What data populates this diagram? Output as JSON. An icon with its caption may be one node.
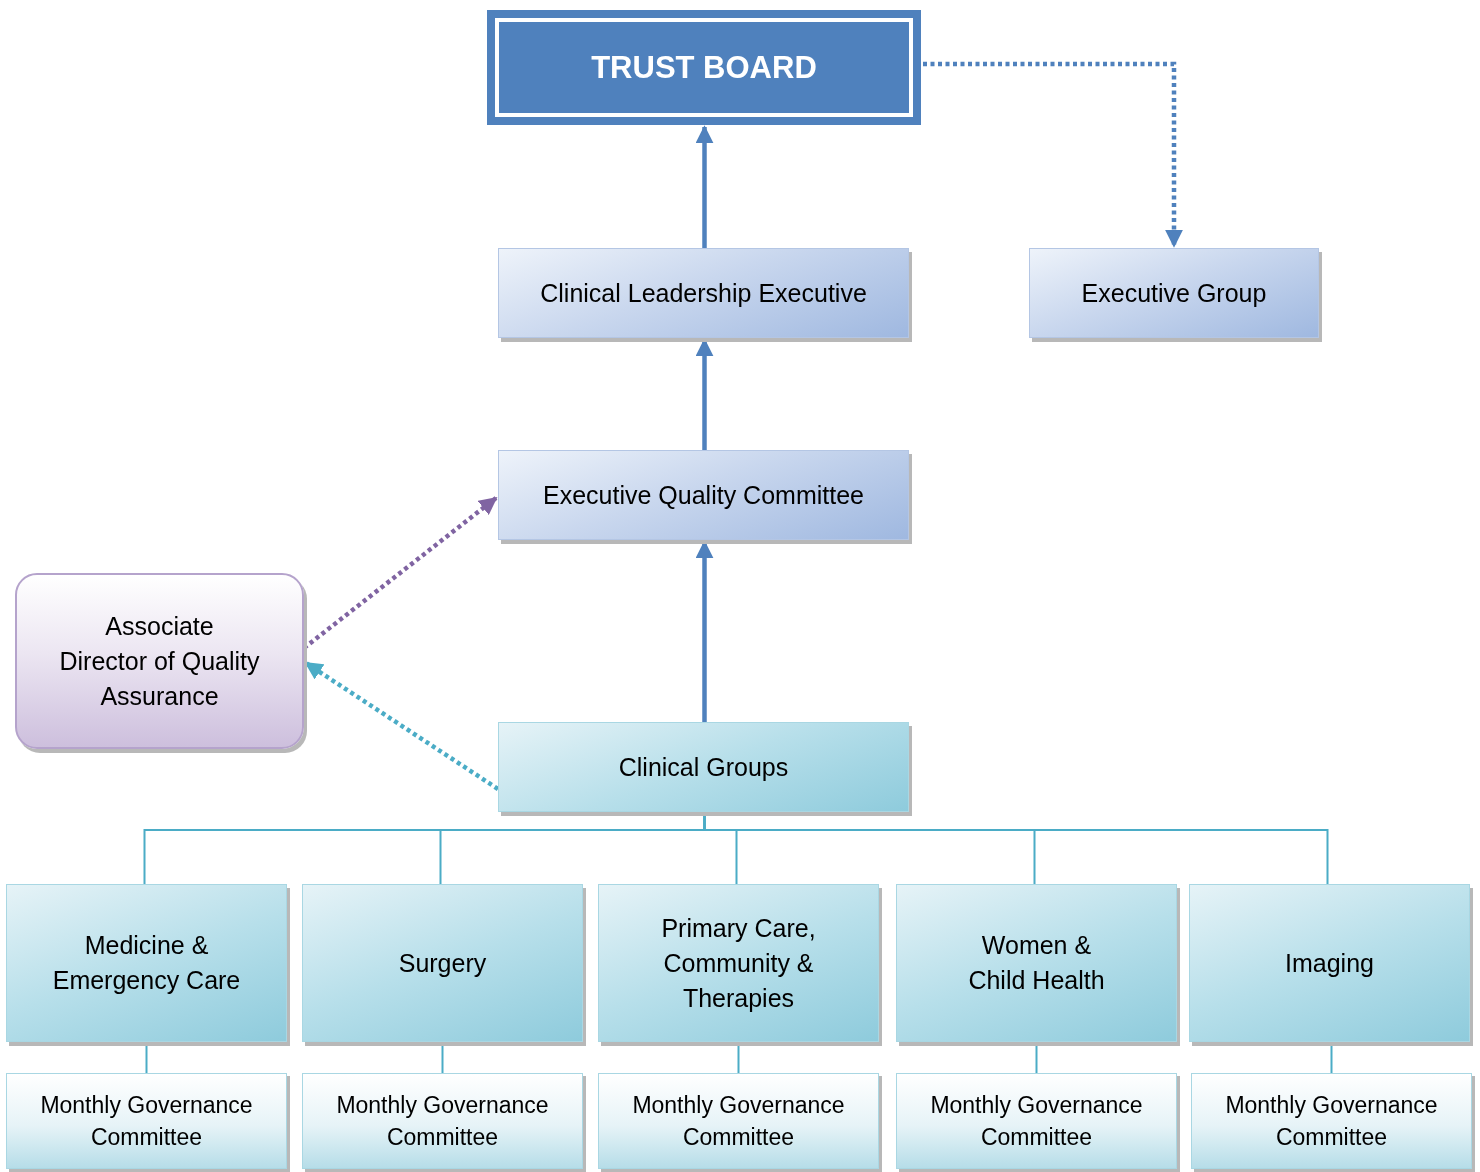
{
  "diagram": {
    "nodes": [
      {
        "text": [
          "TRUST BOARD"
        ]
      },
      {
        "text": [
          "Clinical Leadership Executive"
        ]
      },
      {
        "text": [
          "Executive Group"
        ]
      },
      {
        "text": [
          "Executive Quality Committee"
        ]
      },
      {
        "text": [
          "Associate Director of Quality Assurance"
        ]
      },
      {
        "text": [
          "Clinical Groups"
        ]
      },
      {
        "text": [
          "Medicine & Emergency Care"
        ]
      },
      {
        "text": [
          "Surgery"
        ]
      },
      {
        "text": [
          "Primary Care, Community & Therapies"
        ]
      },
      {
        "text": [
          "Women & Child Health"
        ]
      },
      {
        "text": [
          "Imaging"
        ]
      },
      {
        "text": [
          "Monthly Governance Committee"
        ]
      },
      {
        "text": [
          "Monthly Governance Committee"
        ]
      },
      {
        "text": [
          "Monthly Governance Committee"
        ]
      },
      {
        "text": [
          "Monthly Governance Committee"
        ]
      },
      {
        "text": [
          "Monthly Governance Committee"
        ]
      }
    ],
    "edges": [
      {
        "from": 1,
        "to": 0,
        "arrow": "to",
        "style": "thick",
        "color": "#4f81bd"
      },
      {
        "from": 0,
        "to": 2,
        "arrow": "to",
        "style": "dashed",
        "color": "#4f81bd"
      },
      {
        "from": 3,
        "to": 1,
        "arrow": "to",
        "style": "thick",
        "color": "#4f81bd"
      },
      {
        "from": 5,
        "to": 3,
        "arrow": "to",
        "style": "thick",
        "color": "#4f81bd"
      },
      {
        "from": 4,
        "to": 3,
        "arrow": "to",
        "style": "dashed",
        "color": "#8064a2"
      },
      {
        "from": 5,
        "to": 4,
        "arrow": "to",
        "style": "dashed",
        "color": "#4bacc6"
      },
      {
        "from": 5,
        "to": 6,
        "arrow": "none"
      },
      {
        "from": 5,
        "to": 7,
        "arrow": "none"
      },
      {
        "from": 5,
        "to": 8,
        "arrow": "none"
      },
      {
        "from": 5,
        "to": 9,
        "arrow": "none"
      },
      {
        "from": 5,
        "to": 10,
        "arrow": "none"
      },
      {
        "from": 6,
        "to": 11,
        "arrow": "none"
      },
      {
        "from": 7,
        "to": 12,
        "arrow": "none"
      },
      {
        "from": 8,
        "to": 13,
        "arrow": "none"
      },
      {
        "from": 9,
        "to": 14,
        "arrow": "none"
      },
      {
        "from": 10,
        "to": 15,
        "arrow": "none"
      }
    ]
  }
}
